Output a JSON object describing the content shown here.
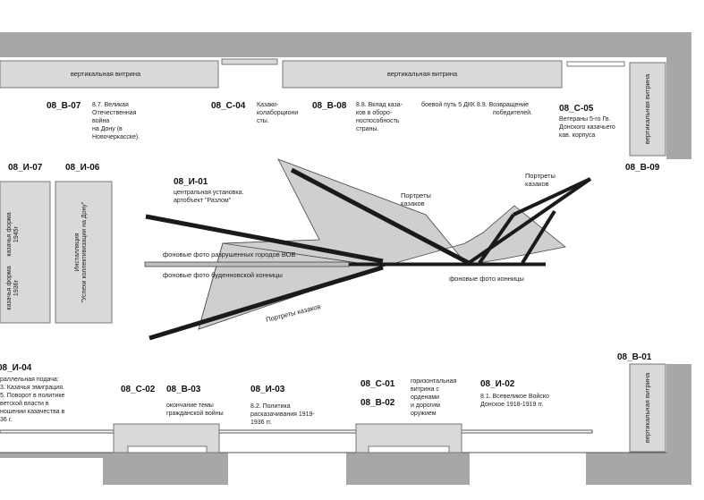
{
  "vitrines": {
    "top_left": "вертикальная витрина",
    "top_center": "вертикальная витрина",
    "right_top": "вертикальная витрина",
    "right_bottom": "вертикальная витрина"
  },
  "codes": {
    "b07": "08_В-07",
    "c04": "08_С-04",
    "b08": "08_В-08",
    "c05": "08_С-05",
    "i07": "08_И-07",
    "i06": "08_И-06",
    "b09": "08_В-09",
    "i01": "08_И-01",
    "i04": "08_И-04",
    "b01": "08_В-01",
    "c02": "08_С-02",
    "b03": "08_В-03",
    "i03": "08_И-03",
    "c01": "08_С-01",
    "b02": "08_В-02",
    "i02": "08_И-02"
  },
  "descriptions": {
    "b07": [
      "8.7. Великая",
      "Отечественная",
      "война",
      "на Дону (в",
      "Новочеркасске)."
    ],
    "c04": [
      "Казаки-",
      "колаборциони",
      "сты."
    ],
    "b08": [
      "8.8. Вклад каза-",
      "ков в оборо-",
      "носпособность",
      "страны."
    ],
    "b08_extra": [
      "боевой путь 5 ДКК 8.9. Возвращение",
      "победителей."
    ],
    "c05": [
      "Ветераны 5-го Гв.",
      "Донского казачьего",
      "кав. корпуса"
    ],
    "i01": [
      "центральная установка.",
      "артобъект \"Разлом\""
    ],
    "i04": [
      "раллельная подача:",
      "3. Казачья эмиграция.",
      "5. Поворот в политике",
      "ветской власти в",
      "ношении казачества в",
      "36 г."
    ],
    "b03": [
      "окончание темы",
      "гражданской войны"
    ],
    "i03": [
      "8.2. Политика",
      "расказачивания 1919-",
      "1936 гг."
    ],
    "c01": [
      "горизонтальная",
      "витрина с",
      "орденами",
      "и дорогим",
      "оружием"
    ],
    "i02": [
      "8.1. Всевеликое Войско",
      "Донское 1918-1919 гг."
    ]
  },
  "panels": {
    "left_a": [
      "казачья форма",
      "1945г"
    ],
    "left_b": [
      "казачья форма",
      "1936г"
    ],
    "install": [
      "Инсталляция",
      "\"Успехи коллективизации на Дону\""
    ]
  },
  "labels": {
    "portraits_top": [
      "Портреты",
      "казаков"
    ],
    "portraits_right": [
      "Портреты",
      "казаков"
    ],
    "portraits_bottom": "Портреты казаков",
    "photos_ruins": "фоновые фото разрушенных городов ВОВ",
    "photos_budenny": "фоновые фото буденновской конницы",
    "photos_cavalry": "фоновые фото конницы"
  },
  "colors": {
    "wall": "#a7a7a7",
    "vitrine": "#d9d9d9",
    "shape": "#cfcfcf",
    "line": "#1a1a1a"
  }
}
